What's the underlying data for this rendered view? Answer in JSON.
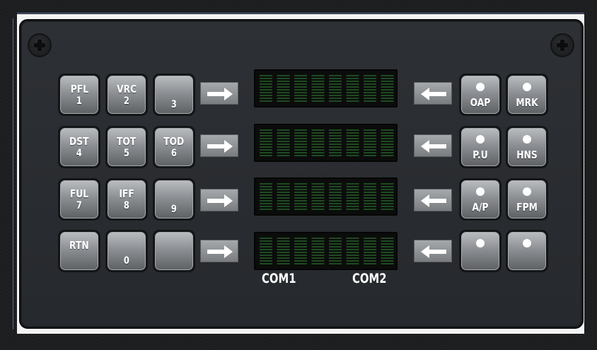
{
  "keypad": [
    {
      "top": "PFL",
      "num": "1"
    },
    {
      "top": "VRC",
      "num": "2"
    },
    {
      "top": "",
      "num": "3"
    },
    {
      "top": "DST",
      "num": "4"
    },
    {
      "top": "TOT",
      "num": "5"
    },
    {
      "top": "TOD",
      "num": "6"
    },
    {
      "top": "FUL",
      "num": "7"
    },
    {
      "top": "IFF",
      "num": "8"
    },
    {
      "top": "",
      "num": "9"
    },
    {
      "top": "RTN",
      "num": ""
    },
    {
      "top": "",
      "num": "0"
    },
    {
      "top": "",
      "num": ""
    }
  ],
  "indicators": [
    {
      "label": "OAP"
    },
    {
      "label": "MRK"
    },
    {
      "label": "P.U"
    },
    {
      "label": "HNS"
    },
    {
      "label": "A/P"
    },
    {
      "label": "FPM"
    },
    {
      "label": ""
    },
    {
      "label": ""
    }
  ],
  "com_labels": {
    "left": "COM1",
    "right": "COM2"
  },
  "icons": {
    "right_arrow": "arrow-right-icon",
    "left_arrow": "arrow-left-icon",
    "screw": "screw-icon"
  },
  "colors": {
    "panel": "#2a2d31",
    "key_light": "#b9bcbf",
    "key_dark": "#5f6265",
    "display_bg": "#0b0c0b",
    "display_segment": "#1f4a22",
    "label_text": "#ffffff"
  }
}
